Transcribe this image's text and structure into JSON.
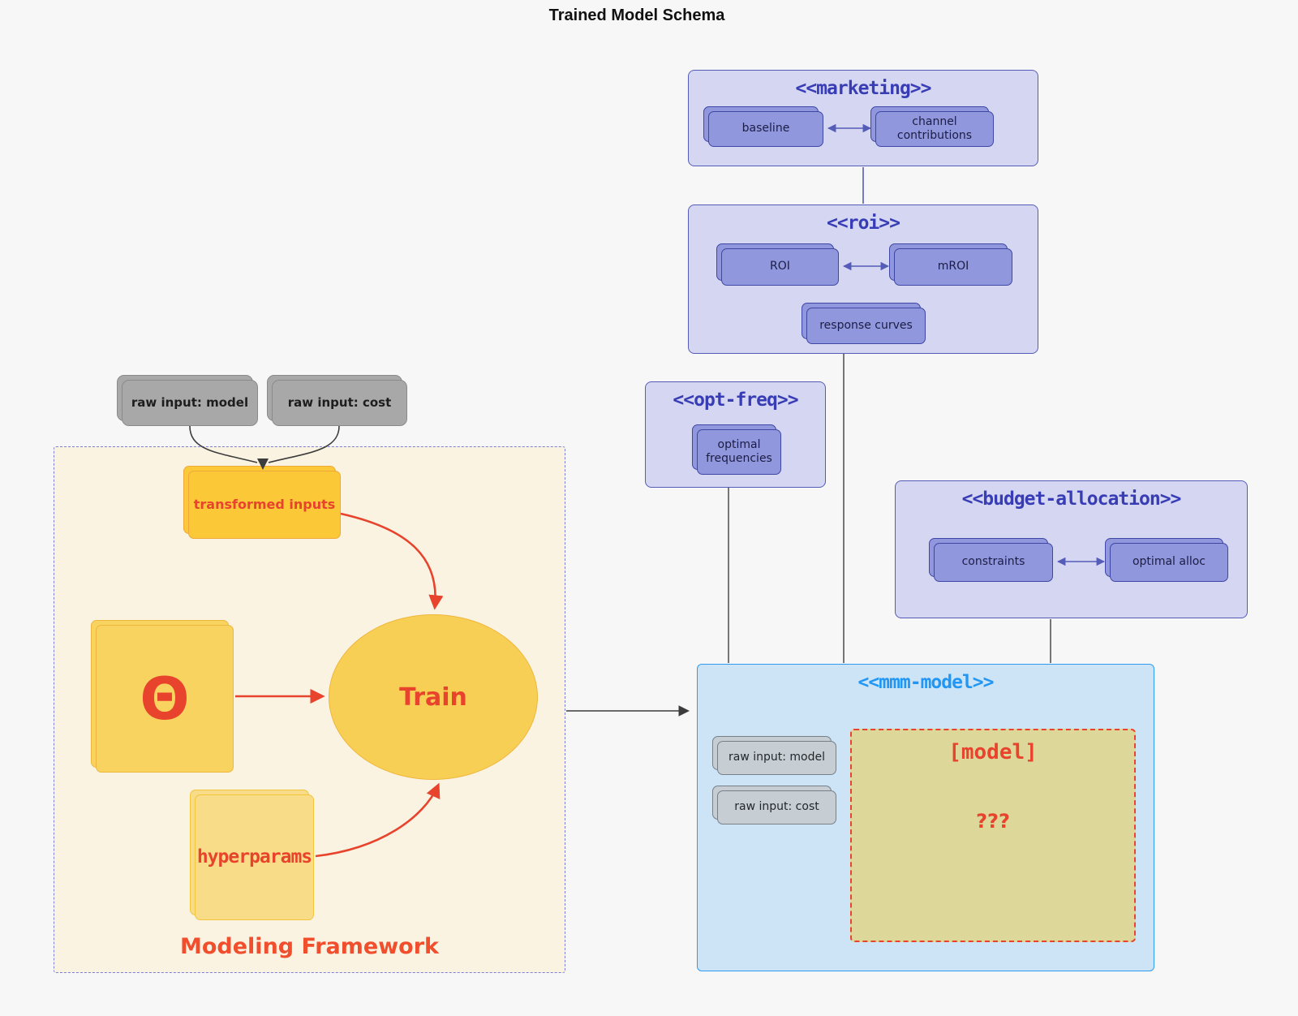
{
  "title": "Trained Model Schema",
  "marketing": {
    "title": "<<marketing>>",
    "baseline": "baseline",
    "channel_contributions": "channel contributions"
  },
  "roi": {
    "title": "<<roi>>",
    "roi": "ROI",
    "mroi": "mROI",
    "response_curves": "response curves"
  },
  "opt_freq": {
    "title": "<<opt-freq>>",
    "optimal_frequencies": "optimal frequencies"
  },
  "budget_allocation": {
    "title": "<<budget-allocation>>",
    "constraints": "constraints",
    "optimal_alloc": "optimal alloc"
  },
  "mmm_model": {
    "title": "<<mmm-model>>",
    "raw_input_model": "raw input: model",
    "raw_input_cost": "raw input: cost",
    "model_label": "[model]",
    "unknown": "???"
  },
  "framework": {
    "label": "Modeling Framework",
    "raw_input_model": "raw input: model",
    "raw_input_cost": "raw input: cost",
    "transformed_inputs": "transformed inputs",
    "theta": "Θ",
    "train": "Train",
    "hyperparams": "hyperparams"
  },
  "colors": {
    "background": "#f7f7f8",
    "cluster_fill": "#d5d7f2",
    "cluster_border": "#555cb8",
    "cluster_title": "#383db6",
    "node_fill": "#9097dd",
    "node_border": "#3f47a5",
    "mmm_fill": "#cde4f7",
    "mmm_border": "#2f9cf1",
    "mmm_title": "#2196f3",
    "gray_fill": "#a8a8a8",
    "gray_border": "#8a8a8a",
    "mmm_gray_fill": "#c6cdd3",
    "model_box_fill": "#ddd79a",
    "red": "#e8432d",
    "red_orange": "#f04e2c",
    "framework_fill": "#faf3e2",
    "framework_border": "#7b80d8",
    "yellow_strong": "#fbc937",
    "yellow_mid": "#f8d35f",
    "yellow_train": "#f8cf55",
    "yellow_light": "#f9dc87",
    "edge_dark": "#3c3c3c",
    "edge_purple": "#555cb8"
  }
}
